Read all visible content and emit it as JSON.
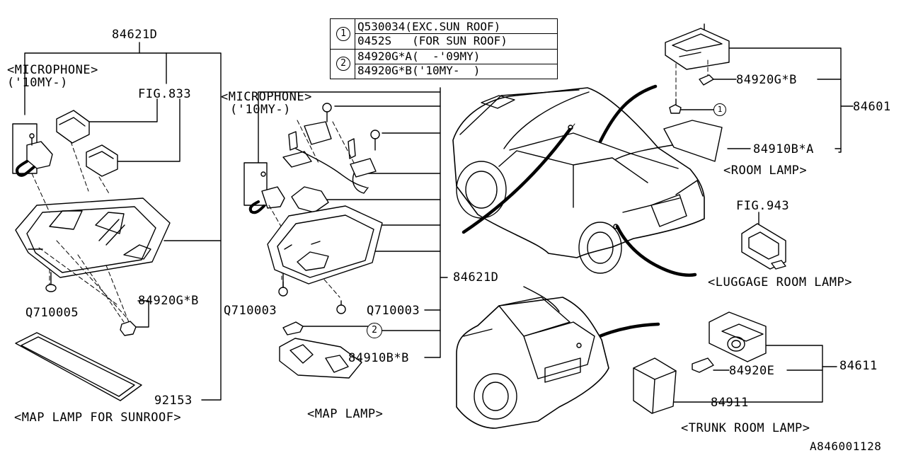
{
  "diagram_id": "A846001128",
  "legend": {
    "rows": [
      {
        "ref": "1",
        "lines": [
          "Q530034(EXC.SUN ROOF)",
          "0452S   (FOR SUN ROOF)"
        ]
      },
      {
        "ref": "2",
        "lines": [
          "84920G*A(  -'09MY)",
          "84920G*B('10MY-  )"
        ]
      }
    ]
  },
  "labels": {
    "part_84621d_top": "84621D",
    "microphone_left": "<MICROPHONE>",
    "microphone_left_year": "('10MY-)",
    "fig_833": "FIG.833",
    "microphone_mid": "<MICROPHONE>",
    "microphone_mid_year": "('10MY-)",
    "q710005": "Q710005",
    "bulb_84920gb_left": "84920G*B",
    "part_92153": "92153",
    "caption_map_lamp_sunroof": "<MAP LAMP FOR SUNROOF>",
    "q710003_left": "Q710003",
    "q710003_right": "Q710003",
    "part_84621d_mid": "84621D",
    "ref_2": "2",
    "lens_84910bb": "84910B*B",
    "caption_map_lamp": "<MAP LAMP>",
    "bulb_84920gb_room": "84920G*B",
    "ref_1": "1",
    "part_84601": "84601",
    "lens_84910ba": "84910B*A",
    "caption_room_lamp": "<ROOM LAMP>",
    "fig_943": "FIG.943",
    "caption_luggage_room_lamp": "<LUGGAGE ROOM LAMP>",
    "part_84611": "84611",
    "bulb_84920e": "84920E",
    "lens_84911": "84911",
    "caption_trunk_room_lamp": "<TRUNK ROOM LAMP>"
  },
  "icons": [
    "microphone-icon",
    "screw-icon",
    "bulb-icon",
    "lamp-housing-icon",
    "lens-icon",
    "hatchback-car-icon",
    "sedan-car-icon",
    "luggage-lamp-icon",
    "trunk-lamp-icon"
  ]
}
